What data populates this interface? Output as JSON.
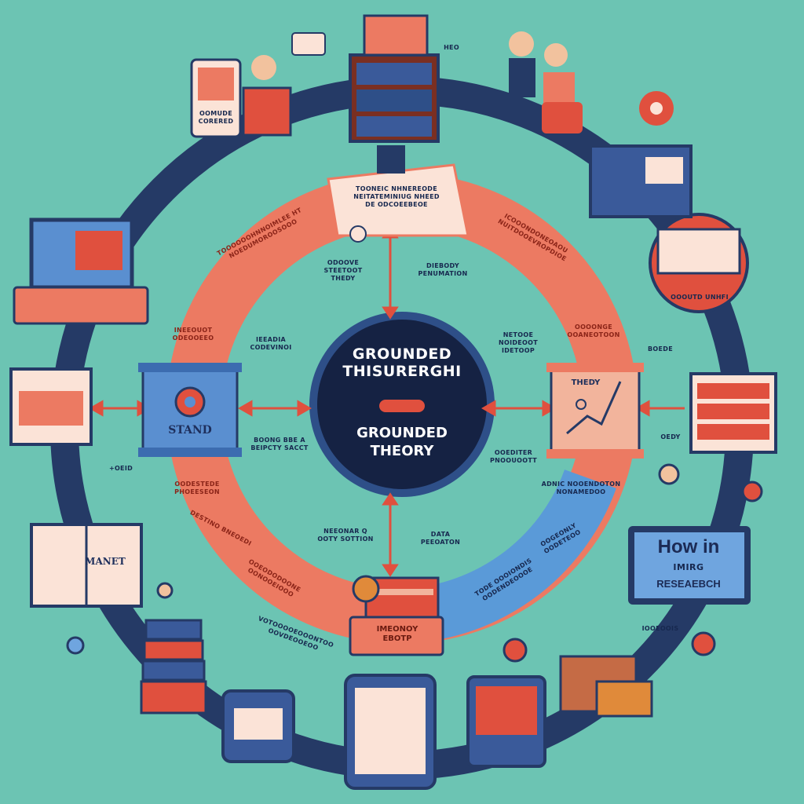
{
  "center": {
    "title_line1": "GROUNDED",
    "title_line2": "THISURERGHI",
    "subtitle_line1": "GROUNDED",
    "subtitle_line2": "THEORY"
  },
  "nodes": {
    "left_box": "STAND",
    "right_box": "THEDY",
    "top_banner_line1": "TOONEIC NHNEREODE",
    "top_banner_line2": "NEITATEMINIUG NHEED",
    "top_banner_line3": "DE ODCOEEBEOE",
    "bottom_badge_line1": "IMEONOY",
    "bottom_badge_line2": "EBOTP",
    "monitor_title_line1": "How in",
    "monitor_title_line2": "IMIRG",
    "monitor_sub": "RESEAEBCH",
    "book_label": "MANET",
    "tablet_label_right": "OOOUTD UNHFI",
    "easel_line1": "OOMUDE",
    "easel_line2": "CORERED"
  },
  "ring_labels": {
    "upper_left": "TOOOOOOHNNOIMLEE HT NOEDUMOROOSOOO",
    "upper_right": "ICOOONDONEOAOU NUITDOOEVROPDIOE",
    "left_upper": "INEEOUOT ODEOOEEO",
    "left_lower": "OODESTEDE PHOEESEON",
    "lower_left": "DESTINO BNEOEDI",
    "lower_left2": "OOEODODOONE OONOOEIOOO",
    "right_upper": "OOOONGE OOANEOTOON",
    "right_lower": "ADNIC NOOENDOTON NONAMEDOO",
    "right_lower2": "OOGEONLY OODETEOO",
    "bottom_right": "TODE OOOIONDIS OODENDEOOOE"
  },
  "inner_labels": {
    "top_left": "ODOOVE STEETOOT THEDY",
    "top_right": "DIEBODY PENUMATION",
    "left_upper": "IEEADIA CODEVINOI",
    "right_upper": "NETOOE NOIDEOOT IDETOOP",
    "left_lower": "BOONG BBE A BEIPCTY SACCT",
    "right_lower": "OOEDITER PNOOUOOTT",
    "bottom_left": "NEEONAR Q OOTY SOTTION",
    "bottom_right": "DATA PEEOATON"
  },
  "outer_labels": {
    "far_right": "BOEDE",
    "right_small": "OEDY",
    "left_small": "+OEID",
    "bottom_left_far": "VOTOOOOEOOONTOO OOVDEOOEOO",
    "bottom_right_far": "IOOEOOIS",
    "top_small": "HEO"
  },
  "colors": {
    "background": "#6cc4b3",
    "ring_dark": "#253a66",
    "ring_coral": "#ec7a62",
    "ring_blue": "#5a9ad8",
    "center_disc": "#152243",
    "accent_red": "#e0503e"
  },
  "icons": [
    "laptop-icon",
    "book-icon",
    "gear-icon",
    "monitor-icon",
    "bookshelf-icon",
    "lightbulb-icon",
    "tablet-icon",
    "person-icon",
    "chat-bubble-icon",
    "chart-icon",
    "books-stack-icon"
  ]
}
